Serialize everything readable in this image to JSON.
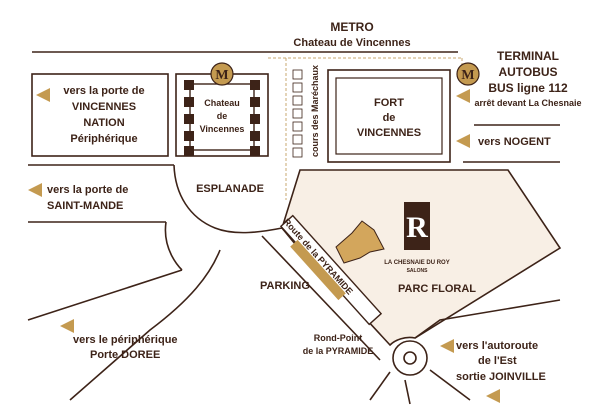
{
  "colors": {
    "ink": "#3d2318",
    "arrow": "#c49a50",
    "medallion": "#c49a50",
    "park": "#f8efe5",
    "parking": "#c49a50",
    "dash": "#c9a870"
  },
  "icons": {
    "metro": "metro-m-medallion-icon",
    "direction": "triangle-arrow-icon",
    "logo": "la-chesnaie-logo-icon"
  },
  "labels": {
    "metro_title": "METRO",
    "metro_line": "Chateau de Vincennes",
    "terminal_1": "TERMINAL",
    "terminal_2": "AUTOBUS",
    "terminal_3": "BUS ligne 112",
    "terminal_4": "arrêt devant La Chesnaie",
    "nation_1": "vers la porte de",
    "nation_2": "VINCENNES",
    "nation_3": "NATION",
    "nation_4": "Périphérique",
    "chateau_1": "Chateau",
    "chateau_2": "de",
    "chateau_3": "Vincennes",
    "cours": "cours des Maréchaux",
    "fort_1": "FORT",
    "fort_2": "de",
    "fort_3": "VINCENNES",
    "nogent": "vers NOGENT",
    "saintmande_1": "vers la porte de",
    "saintmande_2": "SAINT-MANDE",
    "esplanade": "ESPLANADE",
    "route_pyramide": "Route de la PYRAMIDE",
    "logo_1": "LA CHESNAIE DU ROY",
    "logo_2": "SALONS",
    "parking": "PARKING",
    "parc_floral": "PARC FLORAL",
    "doree_1": "vers le périphérique",
    "doree_2": "Porte DOREE",
    "rondpoint_1": "Rond-Point",
    "rondpoint_2": "de la PYRAMIDE",
    "autoroute_1": "vers l'autoroute",
    "autoroute_2": "de l'Est",
    "autoroute_3": "sortie JOINVILLE",
    "metro_m": "M",
    "logo_letter": "R"
  }
}
